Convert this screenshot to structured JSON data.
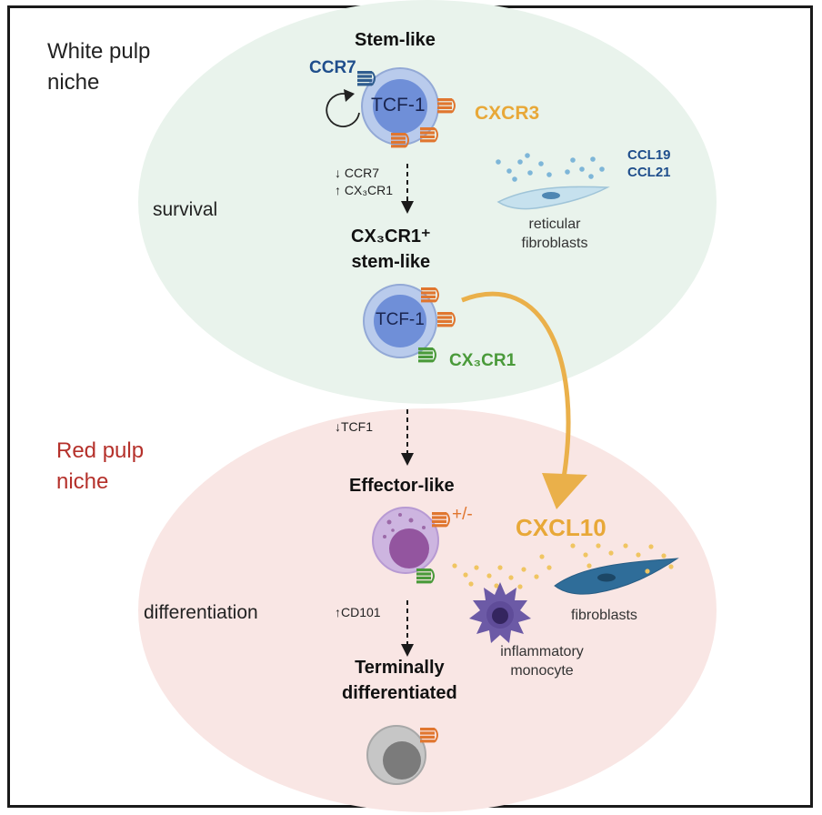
{
  "white_pulp": {
    "title_line1": "White pulp",
    "title_line2": "niche",
    "process": "survival"
  },
  "red_pulp": {
    "title_line1": "Red pulp",
    "title_line2": "niche",
    "process": "differentiation"
  },
  "stages": {
    "stem_like": "Stem-like",
    "cx3cr1_stem_like_line1": "CX₃CR1⁺",
    "cx3cr1_stem_like_line2": "stem-like",
    "effector_like": "Effector-like",
    "terminal_line1": "Terminally",
    "terminal_line2": "differentiated"
  },
  "markers": {
    "ccr7": "CCR7",
    "cxcr3": "CXCR3",
    "tcf1_top": "TCF-1",
    "tcf1_mid": "TCF-1",
    "cx3cr1": "CX₃CR1",
    "plus_minus": "+/-",
    "ccl19": "CCL19",
    "ccl21": "CCL21",
    "cxcl10": "CXCL10"
  },
  "transitions": {
    "t1_line1": "↓ CCR7",
    "t1_line2": "↑ CX₃CR1",
    "t2": "↓TCF1",
    "t3": "↑CD101"
  },
  "cells": {
    "reticular_line1": "reticular",
    "reticular_line2": "fibroblasts",
    "fibroblasts": "fibroblasts",
    "monocyte_line1": "inflammatory",
    "monocyte_line2": "monocyte"
  },
  "colors": {
    "white_pulp_bg": "#e9f3ec",
    "red_pulp_bg": "#f9e6e4",
    "ccr7_blue": "#1f4e8c",
    "cxcr3_orange": "#e8a838",
    "cx3cr1_green": "#4a9a3a",
    "red_title": "#b5312b",
    "receptor_orange": "#e0762f",
    "chemokine_blue": "#7eb6d8",
    "chemokine_yellow": "#f0c562",
    "arrow_gold": "#eab04a"
  }
}
